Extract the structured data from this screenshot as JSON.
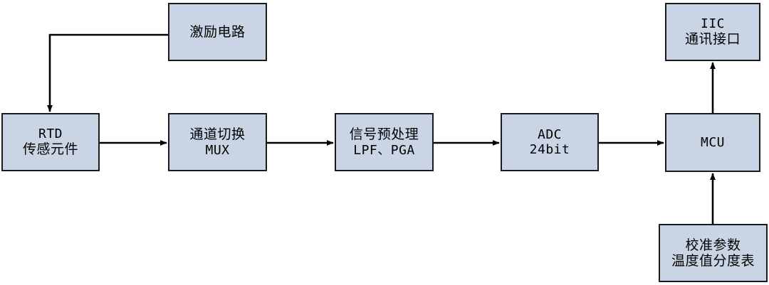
{
  "diagram": {
    "title": "RTD temperature measurement signal chain block diagram",
    "colors": {
      "node_fill": "#c9d4e4",
      "node_border": "#1a1a1a",
      "connector": "#000000",
      "background": "#ffffff"
    },
    "nodes": [
      {
        "id": "excitation",
        "line1": "激励电路",
        "line2": ""
      },
      {
        "id": "rtd",
        "line1": "RTD",
        "line2": "传感元件"
      },
      {
        "id": "mux",
        "line1": "通道切换",
        "line2": "MUX"
      },
      {
        "id": "preproc",
        "line1": "信号预处理",
        "line2": "LPF、PGA"
      },
      {
        "id": "adc",
        "line1": "ADC",
        "line2": "24bit"
      },
      {
        "id": "mcu",
        "line1": "MCU",
        "line2": ""
      },
      {
        "id": "iic",
        "line1": "IIC",
        "line2": "通讯接口"
      },
      {
        "id": "calibration",
        "line1": "校准参数",
        "line2": "温度值分度表"
      }
    ],
    "connectors": [
      {
        "id": "excitation-to-rtd",
        "from": "excitation",
        "to": "rtd",
        "style": "elbow",
        "arrow": "down"
      },
      {
        "id": "rtd-to-mux",
        "from": "rtd",
        "to": "mux",
        "style": "straight",
        "arrow": "right"
      },
      {
        "id": "mux-to-preproc",
        "from": "mux",
        "to": "preproc",
        "style": "straight",
        "arrow": "right"
      },
      {
        "id": "preproc-to-adc",
        "from": "preproc",
        "to": "adc",
        "style": "straight",
        "arrow": "right"
      },
      {
        "id": "adc-to-mcu",
        "from": "adc",
        "to": "mcu",
        "style": "straight",
        "arrow": "right"
      },
      {
        "id": "mcu-to-iic",
        "from": "mcu",
        "to": "iic",
        "style": "straight",
        "arrow": "up"
      },
      {
        "id": "calibration-to-mcu",
        "from": "calibration",
        "to": "mcu",
        "style": "straight",
        "arrow": "up"
      }
    ]
  }
}
